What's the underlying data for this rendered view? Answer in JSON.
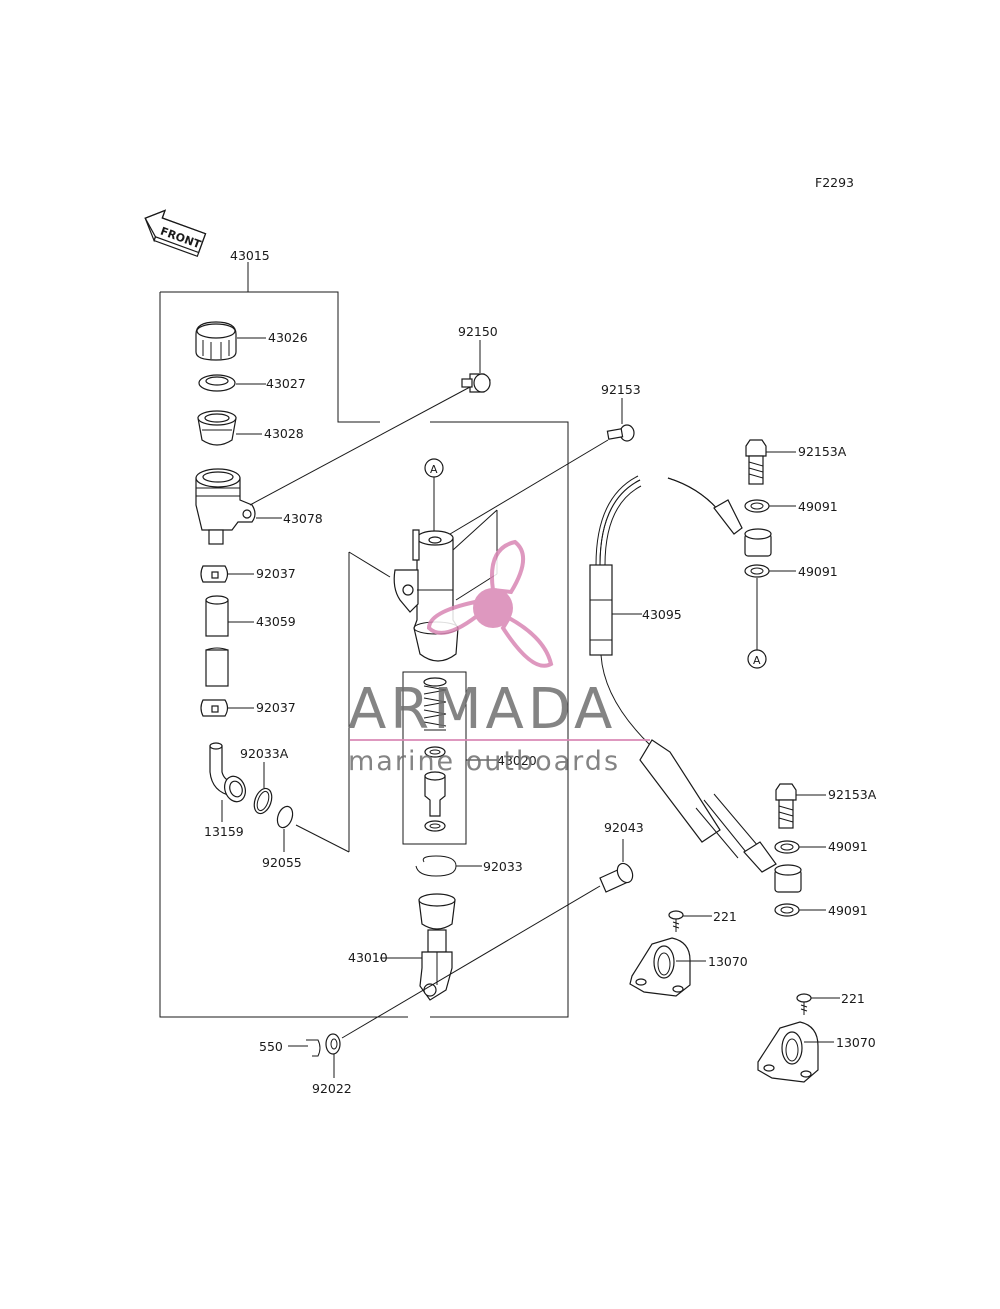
{
  "figure_code": "F2293",
  "front_label": "FRONT",
  "callout_a": "A",
  "parts": {
    "p43015": "43015",
    "p43026": "43026",
    "p43027": "43027",
    "p43028": "43028",
    "p43078": "43078",
    "p92037a": "92037",
    "p43059": "43059",
    "p92037b": "92037",
    "p92033A": "92033A",
    "p13159": "13159",
    "p92055": "92055",
    "p92150": "92150",
    "p92153": "92153",
    "p92153Aa": "92153A",
    "p49091a": "49091",
    "p49091b": "49091",
    "p43095": "43095",
    "p43020": "43020",
    "p92033": "92033",
    "p92043": "92043",
    "p43010": "43010",
    "p550": "550",
    "p92022": "92022",
    "p221a": "221",
    "p13070a": "13070",
    "p92153Ab": "92153A",
    "p49091c": "49091",
    "p49091d": "49091",
    "p221b": "221",
    "p13070b": "13070"
  },
  "watermark": {
    "brand": "ARMADA",
    "tagline": "marine outboards",
    "brand_color": "#6f6f6f",
    "accent_color": "#d987b4"
  }
}
